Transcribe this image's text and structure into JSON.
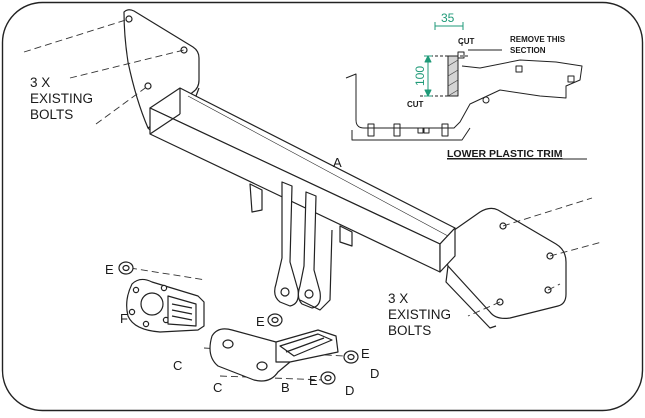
{
  "labels": {
    "bolts_left": [
      "3 X",
      "EXISTING",
      "BOLTS"
    ],
    "bolts_right": [
      "3 X",
      "EXISTING",
      "BOLTS"
    ],
    "part_a": "A",
    "part_b": "B",
    "part_c1": "C",
    "part_c2": "C",
    "part_d1": "D",
    "part_d2": "D",
    "part_e1": "E",
    "part_e2": "E",
    "part_e3": "E",
    "part_e4": "E",
    "part_f": "F"
  },
  "inset": {
    "title": "LOWER PLASTIC TRIM",
    "remove_note": [
      "REMOVE THIS",
      "SECTION"
    ],
    "cut_top": "CUT",
    "cut_bottom": "CUT",
    "dim_width": "35",
    "dim_height": "100",
    "dim_color": "#1f9a78"
  }
}
